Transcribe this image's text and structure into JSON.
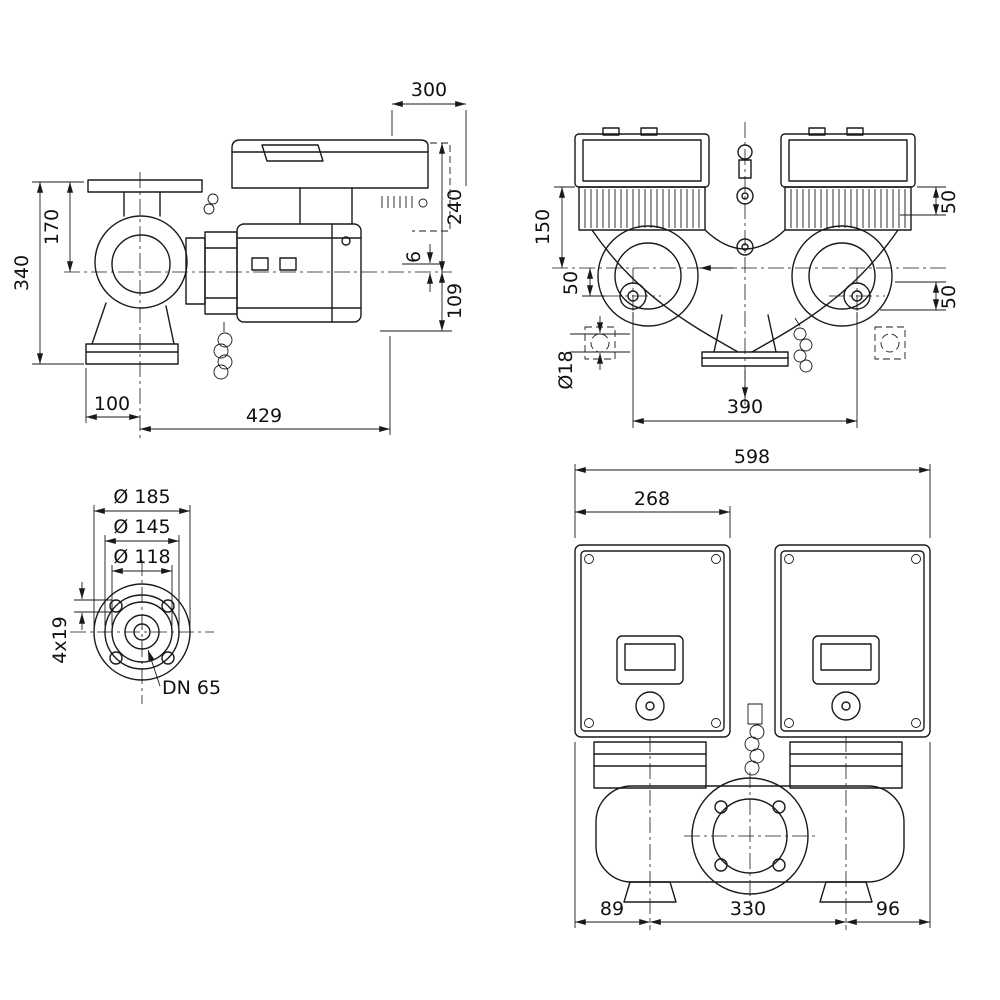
{
  "drawing": {
    "side_view": {
      "w300": "300",
      "h170": "170",
      "h340": "340",
      "h240": "240",
      "h109": "109",
      "h6": "6",
      "w100": "100",
      "w429": "429"
    },
    "top_view": {
      "h150": "150",
      "h50_left": "50",
      "h50_right_top": "50",
      "h50_right_bottom": "50",
      "dia18": "Ø18",
      "w390": "390"
    },
    "flange_view": {
      "dia185": "Ø 185",
      "dia145": "Ø 145",
      "dia118": "Ø 118",
      "bolt_holes": "4x19",
      "nominal": "DN 65"
    },
    "front_view": {
      "w598": "598",
      "w268": "268",
      "w89": "89",
      "w330": "330",
      "w96": "96"
    }
  }
}
